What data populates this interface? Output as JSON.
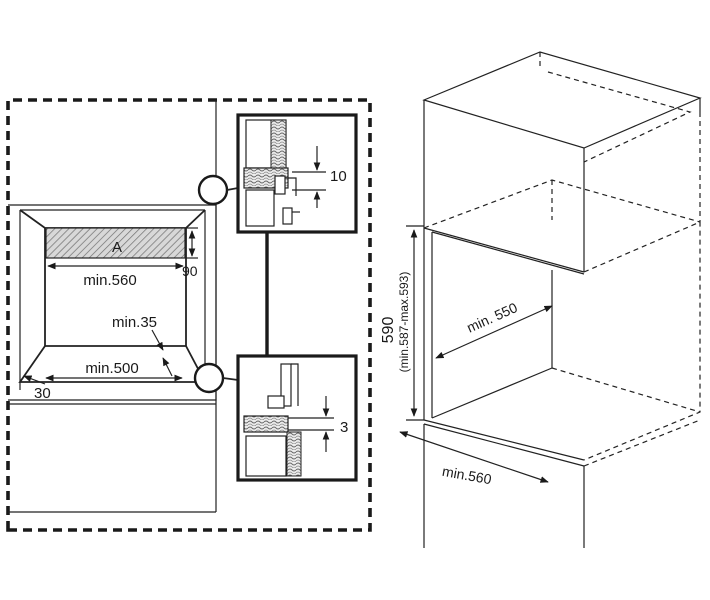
{
  "labels": {
    "a": "A",
    "min560_left": "min.560",
    "h90": "90",
    "min35": "min.35",
    "min500": "min.500",
    "d30": "30",
    "d10": "10",
    "d3": "3",
    "min550": "min. 550",
    "h590": "590",
    "range": "(min.587-max.593)",
    "min560_right": "min.560"
  },
  "colors": {
    "line": "#1a1a1a",
    "hatch": "#8a8a8a",
    "wood": "#7a7a7a"
  }
}
